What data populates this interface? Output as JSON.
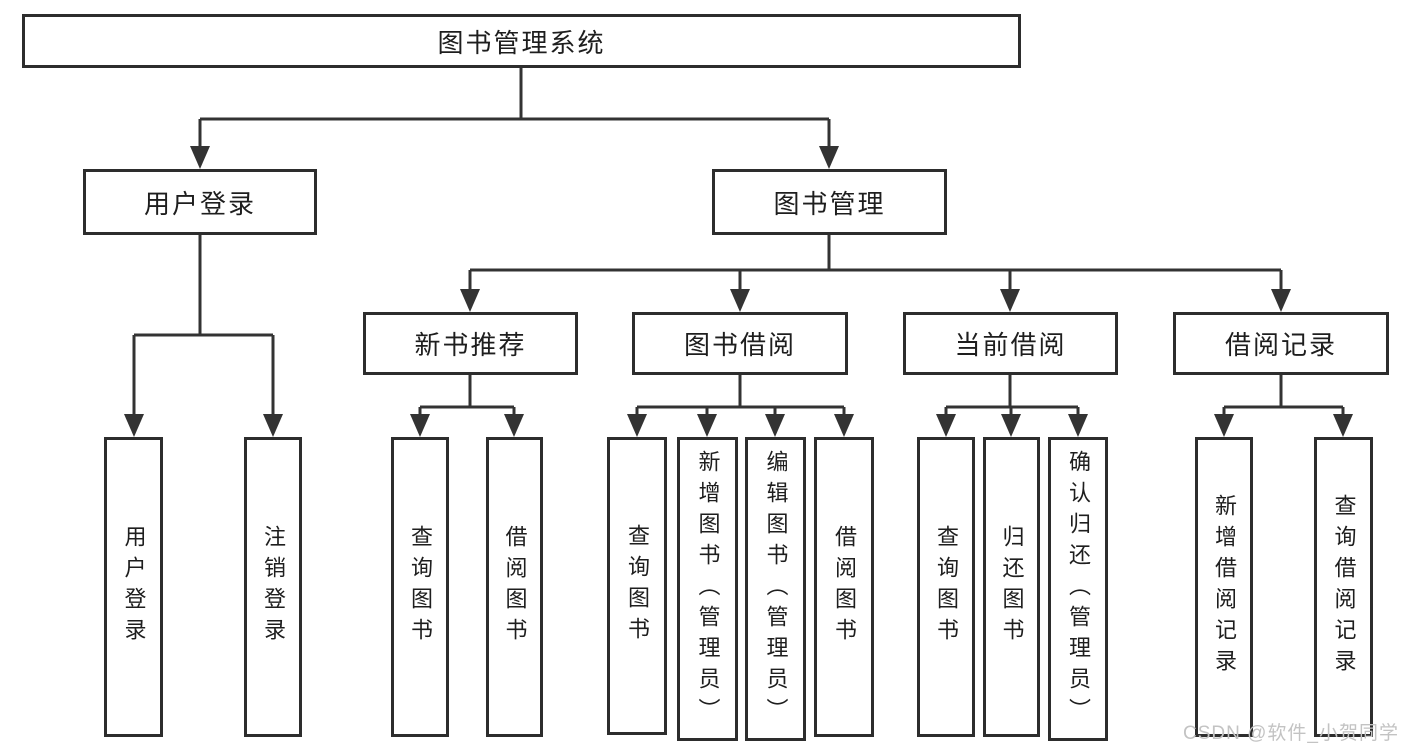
{
  "tree": {
    "label": "图书管理系统",
    "children": [
      {
        "label": "用户登录",
        "children": [
          {
            "label": "用户登录"
          },
          {
            "label": "注销登录"
          }
        ]
      },
      {
        "label": "图书管理",
        "children": [
          {
            "label": "新书推荐",
            "children": [
              {
                "label": "查询图书"
              },
              {
                "label": "借阅图书"
              }
            ]
          },
          {
            "label": "图书借阅",
            "children": [
              {
                "label": "查询图书"
              },
              {
                "label": "新增图书（管理员）"
              },
              {
                "label": "编辑图书（管理员）"
              },
              {
                "label": "借阅图书"
              }
            ]
          },
          {
            "label": "当前借阅",
            "children": [
              {
                "label": "查询图书"
              },
              {
                "label": "归还图书"
              },
              {
                "label": "确认归还（管理员）"
              }
            ]
          },
          {
            "label": "借阅记录",
            "children": [
              {
                "label": "新增借阅记录"
              },
              {
                "label": "查询借阅记录"
              }
            ]
          }
        ]
      }
    ]
  },
  "watermark": "CSDN @软件_小贺同学",
  "colors": {
    "line": "#333333",
    "box_border": "#2d2d2d",
    "text": "#1e1e1e",
    "watermark": "#c3c3c3",
    "background": "#ffffff"
  }
}
